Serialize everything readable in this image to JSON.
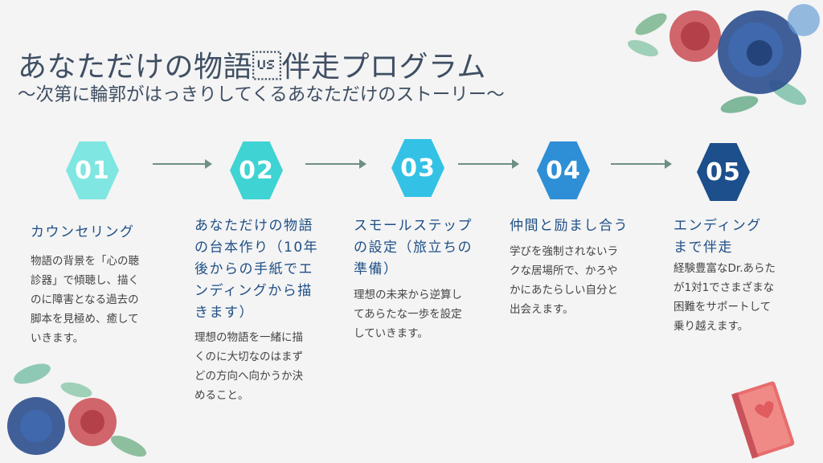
{
  "header": {
    "title": "あなただけの物語\u001f伴走プログラム",
    "subtitle": "〜次第に輪郭がはっきりしてくるあなただけのストーリー〜"
  },
  "colors": {
    "step1": "#7fe6e2",
    "step2": "#3fd3d3",
    "step3": "#33c2e6",
    "step4": "#2e8fd6",
    "step5": "#1c4f8c",
    "title_text": "#1f4f86",
    "arrow": "#6f8f86"
  },
  "steps": [
    {
      "number": "01",
      "title_lines": [
        "カウンセリング"
      ],
      "desc_lines": [
        "物語の背景を「心の聴",
        "診器」で傾聴し、描く",
        "のに障害となる過去の",
        "脚本を見極め、癒して",
        "いきます。"
      ]
    },
    {
      "number": "02",
      "title_lines": [
        "あなただけの物語",
        "の台本作り（10年",
        "後からの手紙でエ",
        "ンディングから描",
        "きます）"
      ],
      "desc_lines": [
        "理想の物語を一緒に描",
        "くのに大切なのはまず",
        "どの方向へ向かうか決",
        "めること。"
      ]
    },
    {
      "number": "03",
      "title_lines": [
        "スモールステップ",
        "の設定（旅立ちの",
        "準備）"
      ],
      "desc_lines": [
        "理想の未来から逆算し",
        "てあらたな一歩を設定",
        "していきます。"
      ]
    },
    {
      "number": "04",
      "title_lines": [
        "仲間と励まし合う"
      ],
      "desc_lines": [
        "学びを強制されないラ",
        "クな居場所で、かろや",
        "かにあたらしい自分と",
        "出会えます。"
      ]
    },
    {
      "number": "05",
      "title_lines": [
        "エンディング",
        "まで伴走"
      ],
      "desc_lines": [
        "経験豊富なDr.あらた",
        "が1対1でさまざまな",
        "困難をサポートして",
        "乗り越えます。"
      ]
    }
  ],
  "decorations": {
    "top_right": "watercolor-flowers-illustration",
    "bottom_left": "watercolor-flowers-illustration",
    "bottom_right": "love-story-book-illustration"
  }
}
